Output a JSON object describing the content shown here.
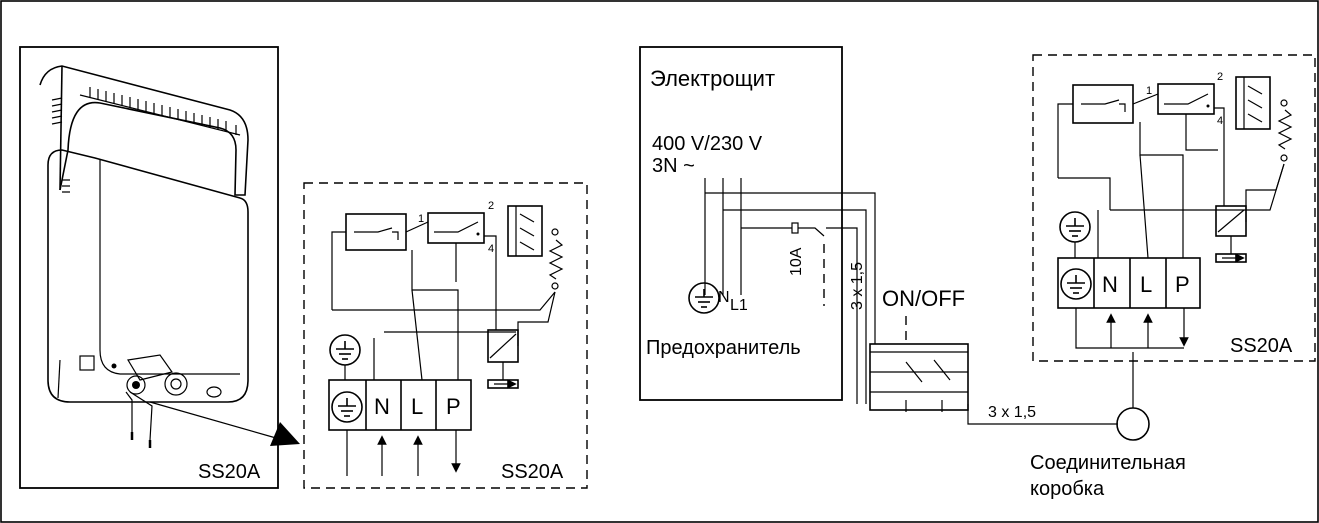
{
  "heater": {
    "model_label": "SS20A"
  },
  "wiring_left": {
    "model_label": "SS20A",
    "terminals": [
      "N",
      "L",
      "P"
    ],
    "relay_pins": [
      "1",
      "2",
      "4"
    ]
  },
  "panel": {
    "title": "Электрощит",
    "voltage": "400 V/230 V",
    "supply": "3N ~",
    "neutral_label": "N",
    "line_label": "L1",
    "fuse_rating": "10A",
    "fuse_caption": "Предохранитель"
  },
  "cable": {
    "upper_spec": "3 x 1,5",
    "lower_spec": "3 x 1,5"
  },
  "switch": {
    "label": "ON/OFF"
  },
  "wiring_right": {
    "model_label": "SS20A",
    "terminals": [
      "N",
      "L",
      "P"
    ],
    "relay_pins": [
      "1",
      "2",
      "4"
    ]
  },
  "junction_box": {
    "label_line1": "Соединительная",
    "label_line2": "коробка"
  },
  "icons": [
    "ground-symbol-icon",
    "arrow-up-icon",
    "arrow-down-icon",
    "heater-element-icon",
    "relay-coil-icon"
  ]
}
